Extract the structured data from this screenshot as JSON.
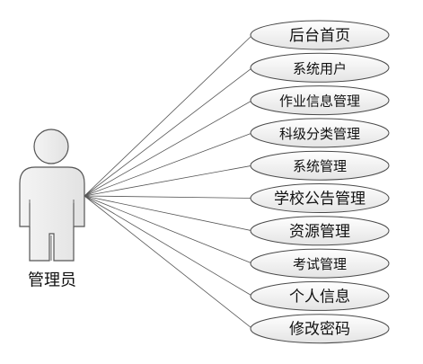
{
  "actor": {
    "label": "管理员"
  },
  "use_cases": [
    {
      "label": "后台首页"
    },
    {
      "label": "系统用户"
    },
    {
      "label": "作业信息管理"
    },
    {
      "label": "科级分类管理"
    },
    {
      "label": "系统管理"
    },
    {
      "label": "学校公告管理"
    },
    {
      "label": "资源管理"
    },
    {
      "label": "考试管理"
    },
    {
      "label": "个人信息"
    },
    {
      "label": "修改密码"
    }
  ],
  "colors": {
    "ellipse_fill_top": "#ffffff",
    "ellipse_fill_bottom": "#e6e6e6",
    "stroke": "#4a4a4a",
    "actor_fill": "#ececec"
  }
}
